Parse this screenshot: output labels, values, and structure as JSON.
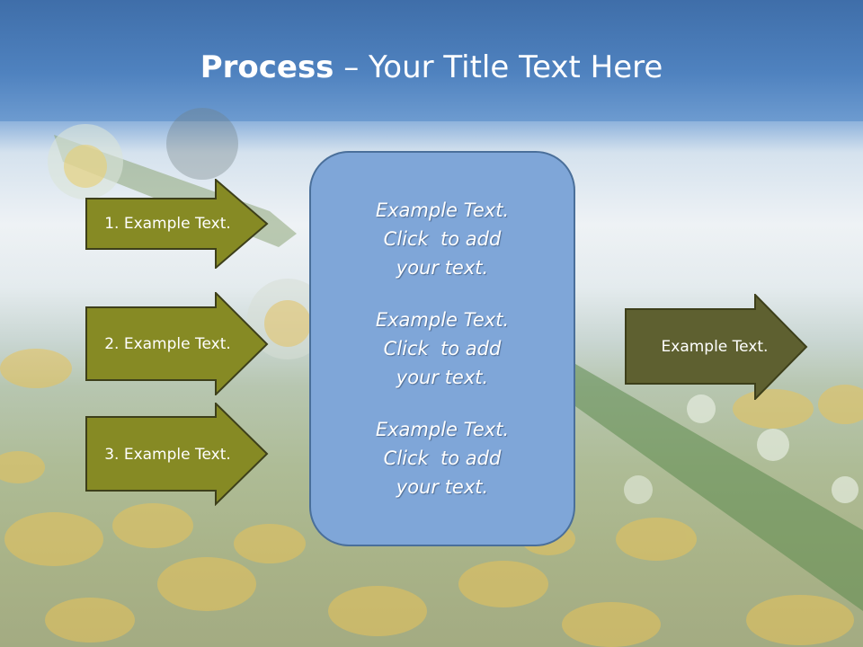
{
  "slide": {
    "title_bold": "Process",
    "title_rest": " – Your Title Text Here",
    "left_arrows": [
      {
        "label": "1. Example Text."
      },
      {
        "label": "2. Example Text."
      },
      {
        "label": "3. Example Text."
      }
    ],
    "center_box": {
      "paragraphs": [
        "Example Text.\nClick  to add\nyour text.",
        "Example Text.\nClick  to add\nyour text.",
        "Example Text.\nClick  to add\nyour text."
      ]
    },
    "right_arrow": {
      "label": "Example Text."
    }
  },
  "colors": {
    "title_band": "#4f82bf",
    "left_arrow_fill": "#868a24",
    "right_arrow_fill": "#5e6030",
    "arrow_outline": "#3d3f1a",
    "center_box_fill": "#7fa6d8",
    "center_box_border": "#4a6f9a"
  }
}
